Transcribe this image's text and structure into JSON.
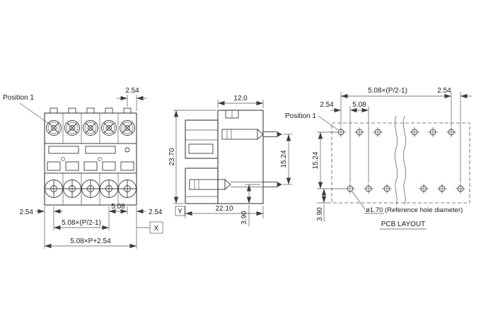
{
  "front_view": {
    "position_label": "Position 1",
    "dim_top_right": "2.54",
    "dim_bottom_left": "2.54",
    "dim_bottom_pitch": "5.08",
    "dim_bottom_right": "2.54",
    "dim_pole_span": "5.08×(P/2-1)",
    "dim_overall_width": "5.08×P+2.54",
    "marker_x": "X"
  },
  "side_view": {
    "dim_top_width": "12.0",
    "dim_overall_height": "23.70",
    "dim_pin_row_spacing": "15.24",
    "dim_overall_depth": "22.10",
    "dim_pin_to_bottom": "3.90",
    "marker_y": "Y"
  },
  "pcb_layout": {
    "position_label": "Position 1",
    "dim_hole_span": "5.08×(P/2-1)",
    "dim_top_right": "2.54",
    "dim_row_offset": "2.54",
    "dim_hole_pitch": "5.08",
    "dim_row_spacing": "15.24",
    "dim_edge_offset": "3.90",
    "hole_note": "ø1.70 (Reference hole diameter)",
    "title": "PCB LAYOUT"
  }
}
